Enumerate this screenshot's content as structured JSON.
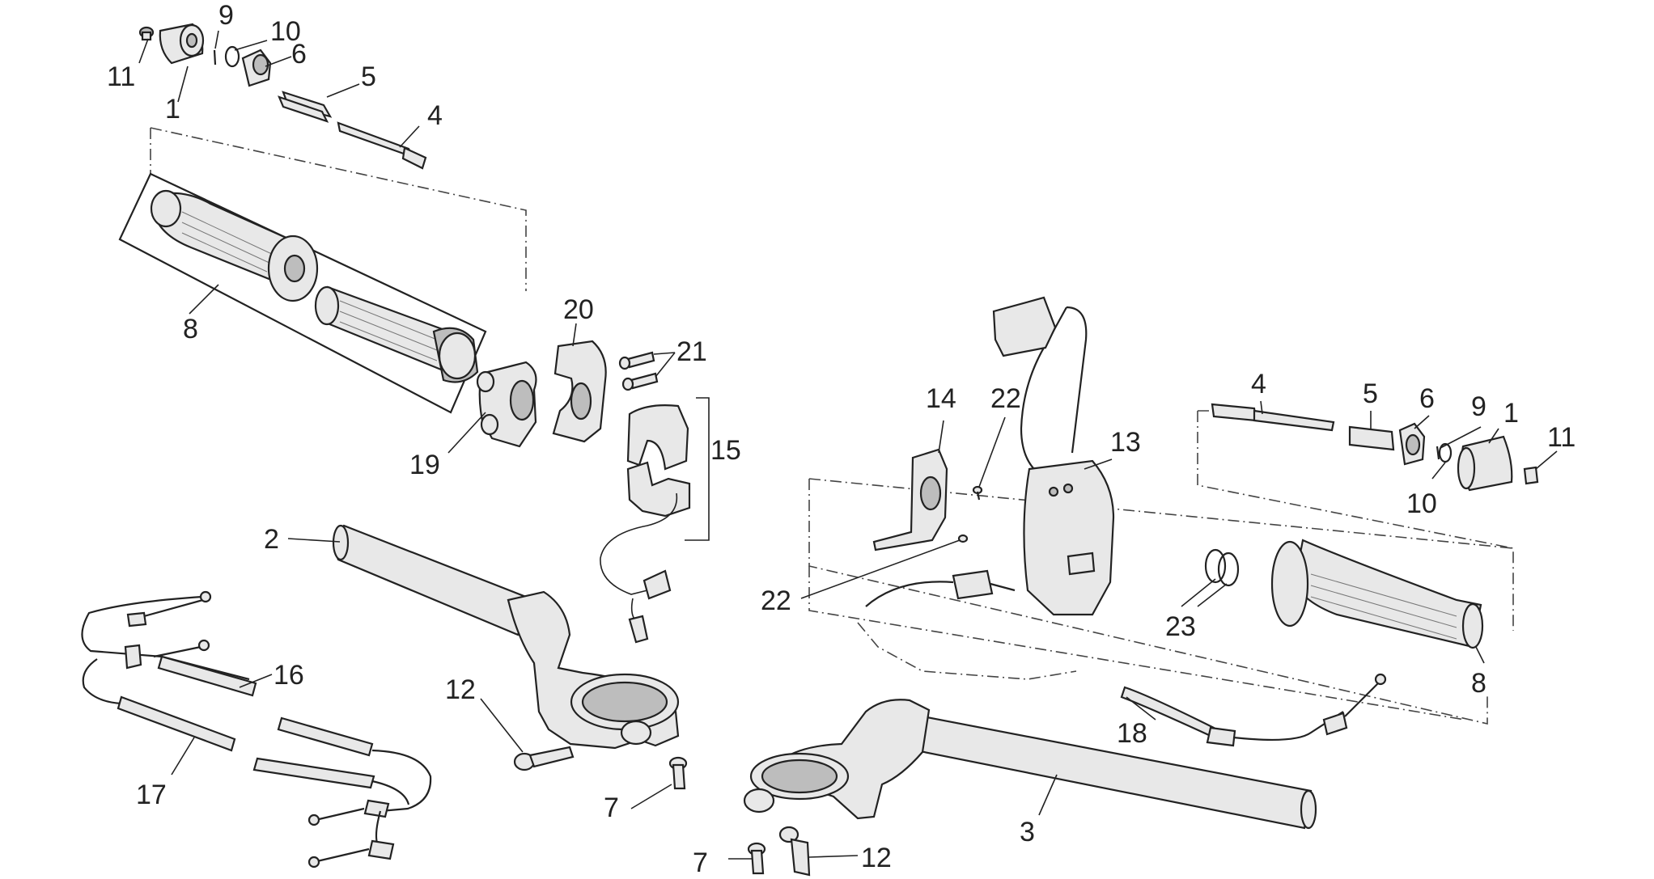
{
  "callouts": [
    {
      "id": "c11a",
      "text": "11"
    },
    {
      "id": "c9a",
      "text": "9"
    },
    {
      "id": "c10a",
      "text": "10"
    },
    {
      "id": "c6a",
      "text": "6"
    },
    {
      "id": "c5a",
      "text": "5"
    },
    {
      "id": "c1a",
      "text": "1"
    },
    {
      "id": "c4a",
      "text": "4"
    },
    {
      "id": "c8a",
      "text": "8"
    },
    {
      "id": "c20",
      "text": "20"
    },
    {
      "id": "c21",
      "text": "21"
    },
    {
      "id": "c19",
      "text": "19"
    },
    {
      "id": "c15",
      "text": "15"
    },
    {
      "id": "c2",
      "text": "2"
    },
    {
      "id": "c16",
      "text": "16"
    },
    {
      "id": "c17",
      "text": "17"
    },
    {
      "id": "c12a",
      "text": "12"
    },
    {
      "id": "c7a",
      "text": "7"
    },
    {
      "id": "c7b",
      "text": "7"
    },
    {
      "id": "c12b",
      "text": "12"
    },
    {
      "id": "c3",
      "text": "3"
    },
    {
      "id": "c14",
      "text": "14"
    },
    {
      "id": "c22a",
      "text": "22"
    },
    {
      "id": "c13",
      "text": "13"
    },
    {
      "id": "c22b",
      "text": "22"
    },
    {
      "id": "c4b",
      "text": "4"
    },
    {
      "id": "c5b",
      "text": "5"
    },
    {
      "id": "c6b",
      "text": "6"
    },
    {
      "id": "c9b",
      "text": "9"
    },
    {
      "id": "c1b",
      "text": "1"
    },
    {
      "id": "c11b",
      "text": "11"
    },
    {
      "id": "c10b",
      "text": "10"
    },
    {
      "id": "c23",
      "text": "23"
    },
    {
      "id": "c8b",
      "text": "8"
    },
    {
      "id": "c18",
      "text": "18"
    }
  ]
}
